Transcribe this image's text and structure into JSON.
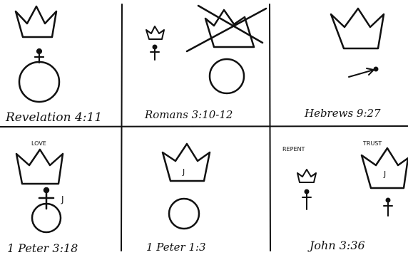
{
  "panels": [
    {
      "caption": "Revelation 4:11"
    },
    {
      "caption": "Romans 3:10-12"
    },
    {
      "caption": "Hebrews 9:27"
    },
    {
      "caption": "1 Peter 3:18",
      "label_top": "LOVE",
      "label_side": "J"
    },
    {
      "caption": "1 Peter 1:3",
      "crown_letter": "J"
    },
    {
      "caption": "John 3:36",
      "label_left": "REPENT",
      "label_right": "TRUST",
      "crown_letter": "J"
    }
  ],
  "icons": [
    "crown-icon",
    "stick-figure-icon",
    "circle-icon",
    "arrow-icon"
  ]
}
